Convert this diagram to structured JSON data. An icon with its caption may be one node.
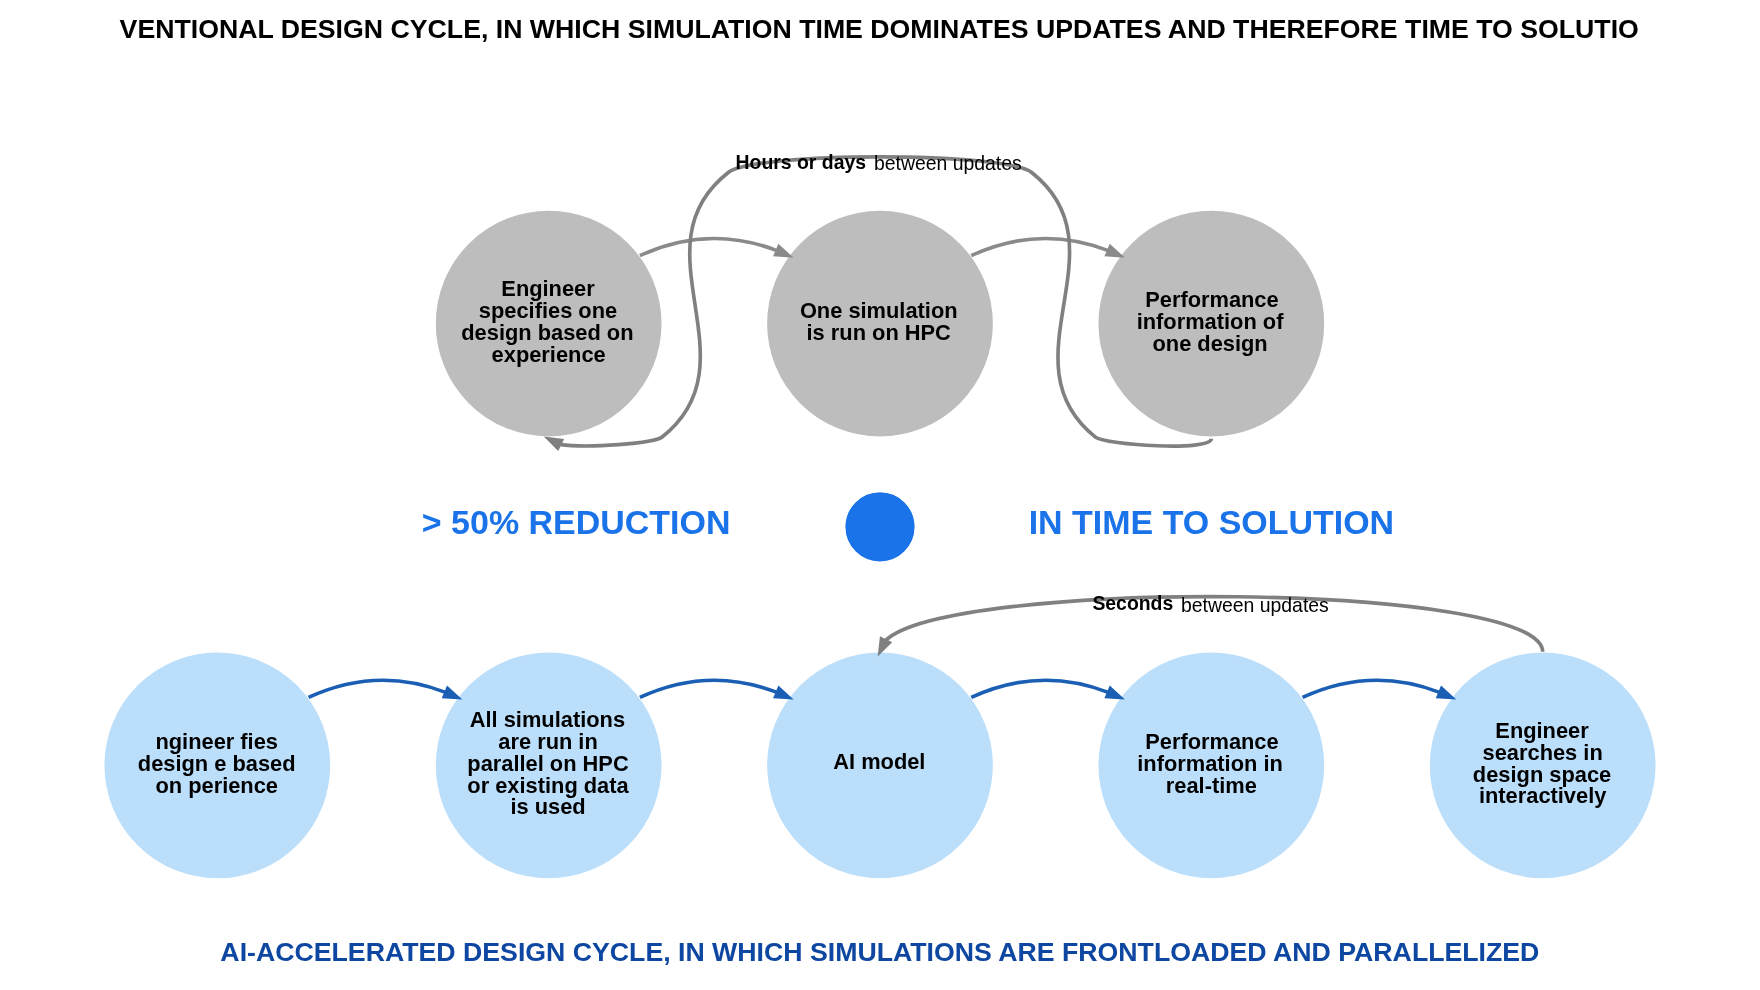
{
  "diagram": {
    "title": "VENTIONAL DESIGN CYCLE, IN WHICH SIMULATION TIME DOMINATES UPDATES AND THEREFORE TIME TO SOLUTIO",
    "caption": "AI-ACCELERATED DESIGN CYCLE, IN WHICH SIMULATIONS ARE FRONTLOADED AND PARALLELIZED",
    "nodes": [
      {
        "text": [
          "Engineer specifies one design based on experience"
        ]
      },
      {
        "text": [
          "One simulation is run on HPC"
        ]
      },
      {
        "text": [
          "Performance information of one design"
        ]
      },
      {
        "text": [
          "ngineer fies design e based on perience"
        ]
      },
      {
        "text": [
          "All simulations are run in parallel on HPC or existing data is used"
        ]
      },
      {
        "text": [
          "AI model"
        ]
      },
      {
        "text": [
          "Performance information in real-time"
        ]
      },
      {
        "text": [
          "Engineer searches in design space interactively"
        ]
      },
      {
        "text": [],
        "shape": "circle"
      }
    ],
    "edges": [
      {
        "from": 0,
        "to": 1,
        "arrow": "to",
        "color": "#8a8a8a"
      },
      {
        "from": 1,
        "to": 2,
        "arrow": "to",
        "color": "#8a8a8a"
      },
      {
        "from": 2,
        "to": 0,
        "arrow": "to",
        "label": "**Hours or days** between updates",
        "color": "#808080"
      },
      {
        "from": 3,
        "to": 4,
        "arrow": "to",
        "color": "#1a5fb4"
      },
      {
        "from": 4,
        "to": 5,
        "arrow": "to",
        "color": "#1a5fb4"
      },
      {
        "from": 5,
        "to": 6,
        "arrow": "to",
        "color": "#1a5fb4"
      },
      {
        "from": 6,
        "to": 7,
        "arrow": "to",
        "color": "#1a5fb4"
      },
      {
        "from": 7,
        "to": 5,
        "arrow": "to",
        "label": "**Seconds** between updates",
        "color": "#808080"
      }
    ],
    "labels": [
      "> 50% REDUCTION",
      "IN TIME TO SOLUTION"
    ]
  }
}
